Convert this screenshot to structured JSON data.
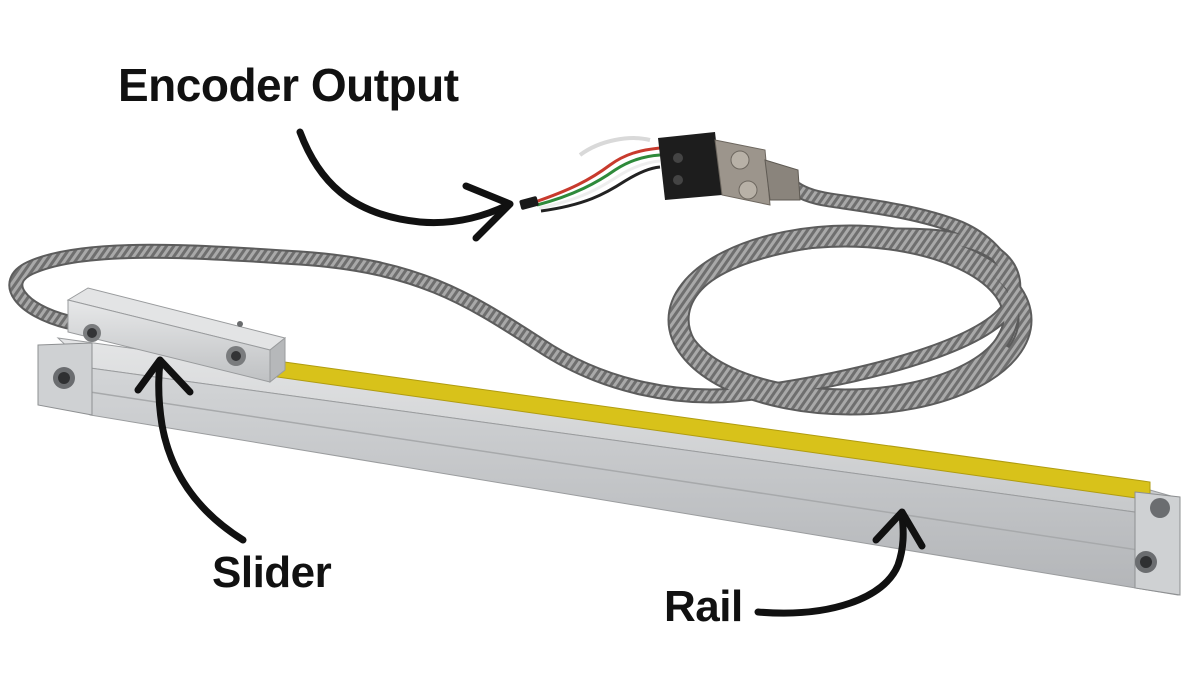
{
  "labels": {
    "encoder_output": "Encoder Output",
    "slider": "Slider",
    "rail": "Rail"
  },
  "colors": {
    "background": "#ffffff",
    "text": "#111111",
    "aluminum": "#c9cbcd",
    "yellow_strip": "#d8c21a",
    "cable_metal": "#8f8f8f",
    "connector_dark": "#1d1d1d"
  }
}
